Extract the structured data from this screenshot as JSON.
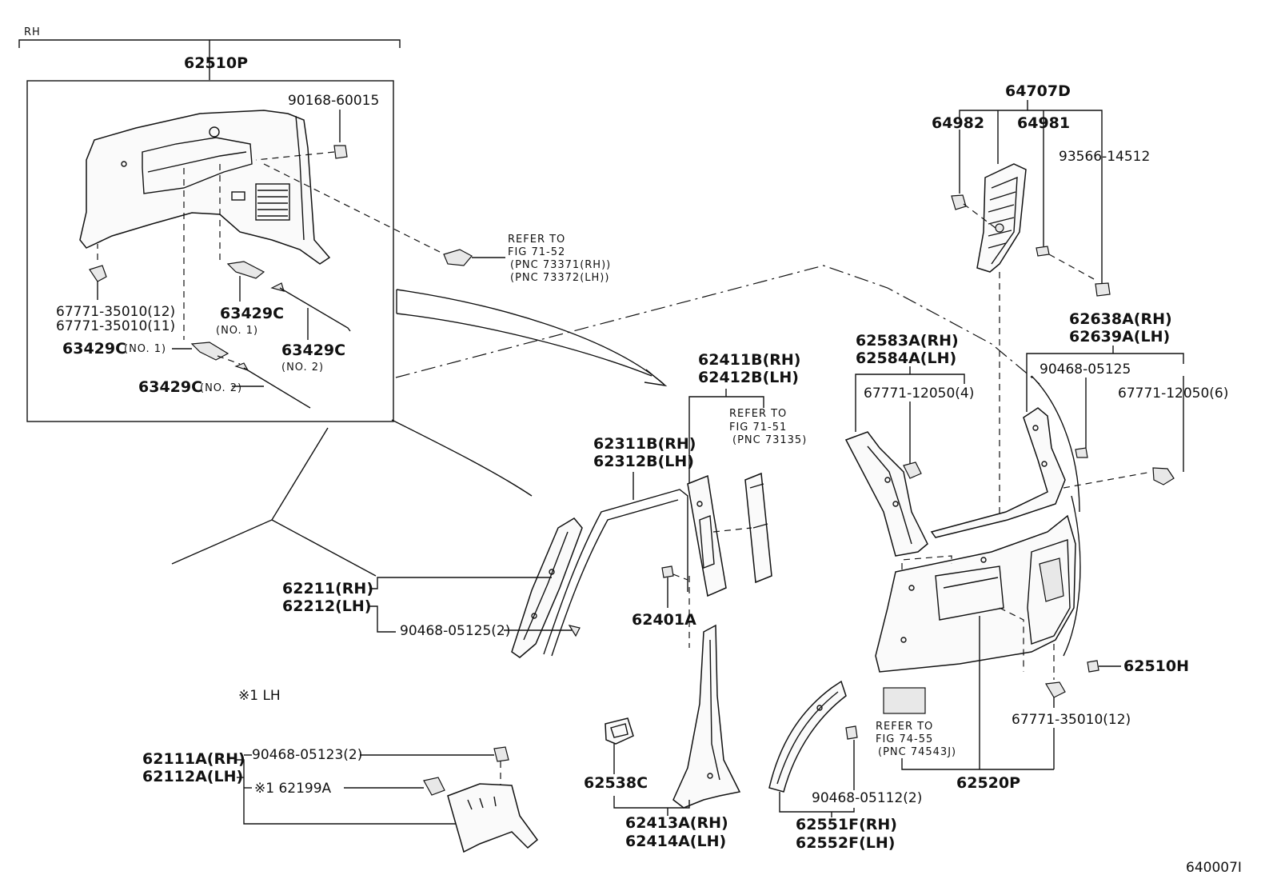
{
  "labels": {
    "rh": "RH",
    "p62510P": "62510P",
    "p90168": "90168-60015",
    "p67771_12": "67771-35010(12)",
    "p67771_11": "67771-35010(11)",
    "p63429C": "63429C",
    "no1": "(NO. 1)",
    "no2": "(NO. 2)",
    "no1b": "(NO. 1)",
    "no2b": "(NO. 2)",
    "ref1": "REFER TO",
    "fig7152": "FIG 71-52",
    "pnc73371": "(PNC 73371(RH))",
    "pnc73372": "(PNC 73372(LH))",
    "p64707D": "64707D",
    "p64982": "64982",
    "p64981": "64981",
    "p93566": "93566-14512",
    "p62638A": "62638A(RH)",
    "p62639A": "62639A(LH)",
    "p90468_05125": "90468-05125",
    "p67771_12050_6": "67771-12050(6)",
    "p62583A": "62583A(RH)",
    "p62584A": "62584A(LH)",
    "p67771_12050_4": "67771-12050(4)",
    "p62411B": "62411B(RH)",
    "p62412B": "62412B(LH)",
    "ref2": "REFER TO",
    "fig7151": "FIG 71-51",
    "pnc73135": "(PNC 73135)",
    "p62311B": "62311B(RH)",
    "p62312B": "62312B(LH)",
    "p62211": "62211(RH)",
    "p62212": "62212(LH)",
    "p90468_05125_2": "90468-05125(2)",
    "p62401A": "62401A",
    "p62510H": "62510H",
    "p67771_35010_12b": "67771-35010(12)",
    "ref3": "REFER TO",
    "fig7455": "FIG 74-55",
    "pnc74543": "(PNC 74543J)",
    "p62520P": "62520P",
    "note1": "※1 LH",
    "p62111A": "62111A(RH)",
    "p62112A": "62112A(LH)",
    "p90468_05123": "90468-05123(2)",
    "p62199A": "※1 62199A",
    "p62538C": "62538C",
    "p62413A": "62413A(RH)",
    "p62414A": "62414A(LH)",
    "p90468_05112": "90468-05112(2)",
    "p62551F": "62551F(RH)",
    "p62552F": "62552F(LH)",
    "figcode": "640007I"
  }
}
